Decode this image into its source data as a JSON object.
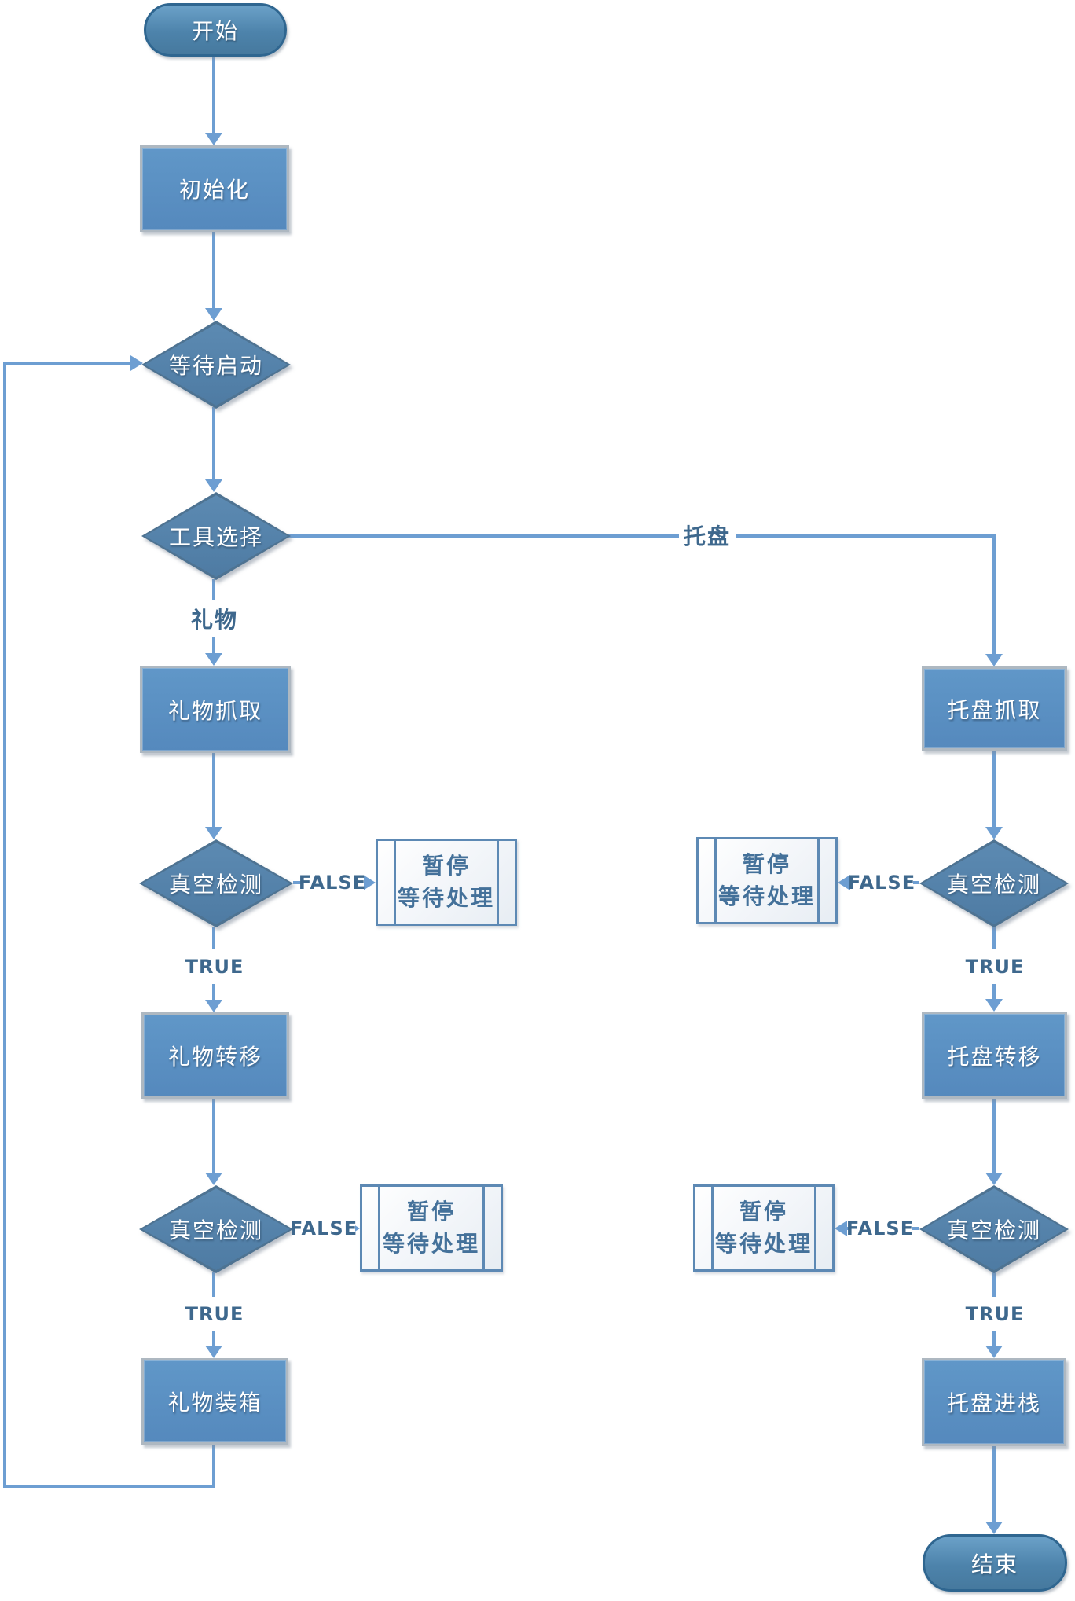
{
  "diagram": {
    "nodes": {
      "start": {
        "label": "开始",
        "shape": "terminator"
      },
      "init": {
        "label": "初始化",
        "shape": "process"
      },
      "wait_start": {
        "label": "等待启动",
        "shape": "decision"
      },
      "tool_select": {
        "label": "工具选择",
        "shape": "decision"
      },
      "gift_grab": {
        "label": "礼物抓取",
        "shape": "process"
      },
      "gift_vacuum_check_1": {
        "label": "真空检测",
        "shape": "decision"
      },
      "gift_pause_1": {
        "line1": "暂停",
        "line2": "等待处理",
        "shape": "predefined-process"
      },
      "gift_transfer": {
        "label": "礼物转移",
        "shape": "process"
      },
      "gift_vacuum_check_2": {
        "label": "真空检测",
        "shape": "decision"
      },
      "gift_pause_2": {
        "line1": "暂停",
        "line2": "等待处理",
        "shape": "predefined-process"
      },
      "gift_boxing": {
        "label": "礼物装箱",
        "shape": "process"
      },
      "tray_grab": {
        "label": "托盘抓取",
        "shape": "process"
      },
      "tray_vacuum_check_1": {
        "label": "真空检测",
        "shape": "decision"
      },
      "tray_pause_1": {
        "line1": "暂停",
        "line2": "等待处理",
        "shape": "predefined-process"
      },
      "tray_transfer": {
        "label": "托盘转移",
        "shape": "process"
      },
      "tray_vacuum_check_2": {
        "label": "真空检测",
        "shape": "decision"
      },
      "tray_pause_2": {
        "line1": "暂停",
        "line2": "等待处理",
        "shape": "predefined-process"
      },
      "tray_stack": {
        "label": "托盘进栈",
        "shape": "process"
      },
      "end": {
        "label": "结束",
        "shape": "terminator"
      }
    },
    "edge_labels": {
      "gift_branch": "礼物",
      "tray_branch": "托盘",
      "true_gift_1": "TRUE",
      "false_gift_1": "FALSE",
      "true_gift_2": "TRUE",
      "false_gift_2": "FALSE",
      "true_tray_1": "TRUE",
      "false_tray_1": "FALSE",
      "true_tray_2": "TRUE",
      "false_tray_2": "FALSE"
    },
    "colors": {
      "process_fill": "#5b92c4",
      "decision_fill": "#527ea6",
      "terminator_fill": "#4d83ab",
      "connector": "#6d9ed2",
      "shape_text": "#ffffff",
      "edge_label_text": "#3e688d",
      "pause_fill": "#eef2f7",
      "pause_border": "#5d89b4",
      "pause_text": "#44719a"
    }
  }
}
